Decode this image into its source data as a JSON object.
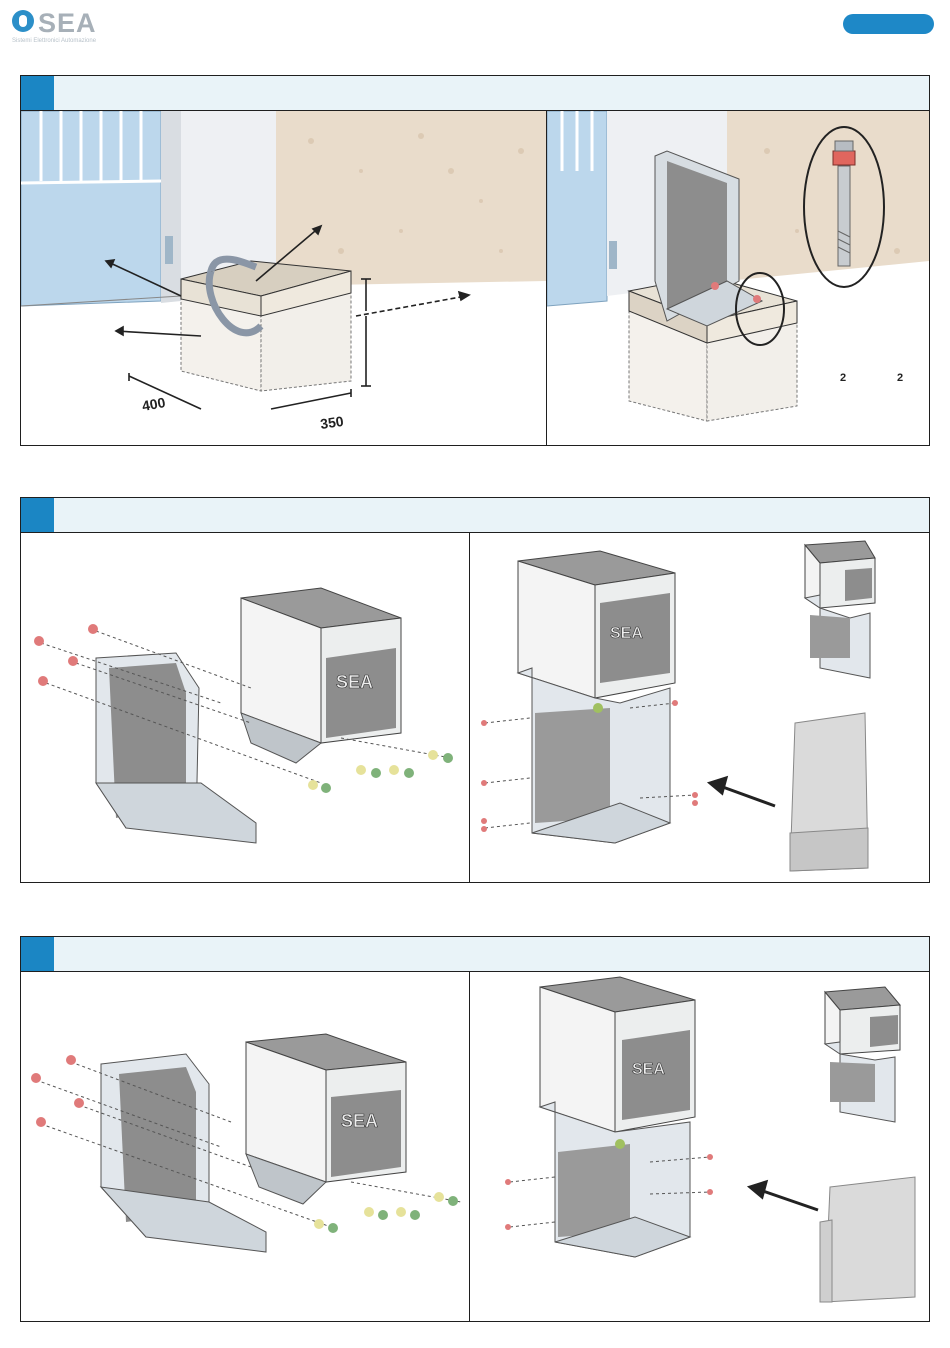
{
  "header": {
    "brand": "SEA",
    "tagline": "Sistemi Elettronici Automazione",
    "pill_label": ""
  },
  "sections": [
    {
      "number": ""
    },
    {
      "number": ""
    },
    {
      "number": ""
    }
  ],
  "figures": {
    "foundation": {
      "dim_width": "400",
      "dim_depth": "350"
    },
    "anchors": {
      "count_a": "2",
      "count_b": "2"
    },
    "brand_plate": "SEA"
  },
  "colors": {
    "accent": "#1b86c4",
    "header_band": "#e9f3f8",
    "wall_plaster": "#e9dccb",
    "gate_blue": "#bcd7ec",
    "steel": "#d7dde2",
    "motor_face": "#8d8d8d",
    "screw_red": "#e07a7a",
    "nut_green": "#7fb27a",
    "washer_yellow": "#e6e29a"
  }
}
